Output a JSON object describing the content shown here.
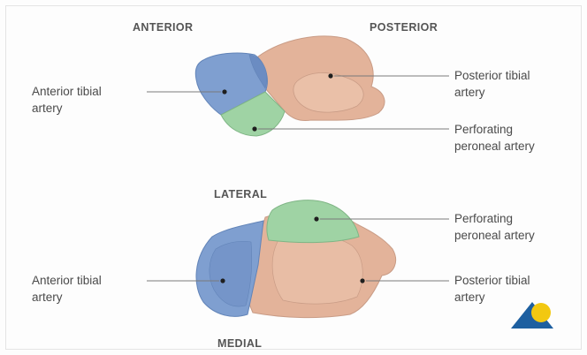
{
  "headings": {
    "anterior": "ANTERIOR",
    "posterior": "POSTERIOR",
    "lateral": "LATERAL",
    "medial": "MEDIAL"
  },
  "top_view": {
    "anterior_tibial": "Anterior tibial\nartery",
    "posterior_tibial": "Posterior tibial\nartery",
    "perforating_peroneal": "Perforating\nperoneal artery"
  },
  "bottom_view": {
    "anterior_tibial": "Anterior tibial\nartery",
    "perforating_peroneal": "Perforating\nperoneal artery",
    "posterior_tibial": "Posterior tibial\nartery"
  },
  "colors": {
    "anterior_tibial_territory": "#7f9fd0",
    "posterior_tibial_territory": "#e3b39a",
    "perforating_peroneal_territory": "#9fd3a4",
    "logo_yellow": "#f2c811",
    "logo_blue": "#1d5fa0"
  }
}
